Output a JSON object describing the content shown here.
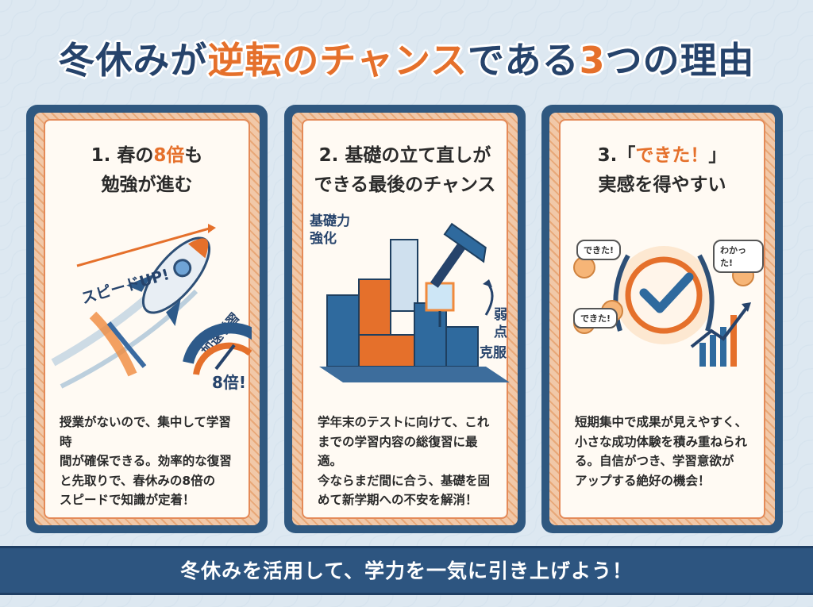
{
  "title": {
    "part1": "冬休みが",
    "accent1": "逆転のチャンス",
    "part2": "である",
    "accent2": "3",
    "part3": "つの理由"
  },
  "cards": [
    {
      "title_line1": "1. 春の",
      "title_accent": "8倍",
      "title_line1b": "も",
      "title_line2": "勉強が進む",
      "labels": {
        "speed": "スピードUP!",
        "accel": "加速学習",
        "gauge": "8倍!"
      },
      "body": [
        "授業がないので、集中して学習時",
        "間が確保できる。効率的な復習",
        "と先取りで、春休みの8倍の",
        "スピードで知識が定着！"
      ]
    },
    {
      "title_line1": "2. 基礎の立て直しが",
      "title_line2": "できる最後のチャンス",
      "labels": {
        "foundation": "基礎力",
        "strengthen": "強化",
        "weak1": "弱",
        "weak2": "点",
        "weak3": "克服"
      },
      "body": [
        "学年末のテストに向けて、これ",
        "までの学習内容の総復習に最適。",
        "今ならまだ間に合う、基礎を固",
        "めて新学期への不安を解消！"
      ]
    },
    {
      "title_line1": "3.「",
      "title_accent": "できた！",
      "title_line1b": "」",
      "title_line2": "実感を得やすい",
      "labels": {
        "bubble1": "できた!",
        "bubble2": "わかった!",
        "bubble3": "できた!"
      },
      "body": [
        "短期集中で成果が見えやすく、",
        "小さな成功体験を積み重ねられ",
        "る。自信がつき、学習意欲が",
        "アップする絶好の機会！"
      ]
    }
  ],
  "footer": "冬休みを活用して、学力を一気に引き上げよう！",
  "colors": {
    "navy": "#26436b",
    "orange": "#e5702b",
    "blue": "#2f5880"
  }
}
